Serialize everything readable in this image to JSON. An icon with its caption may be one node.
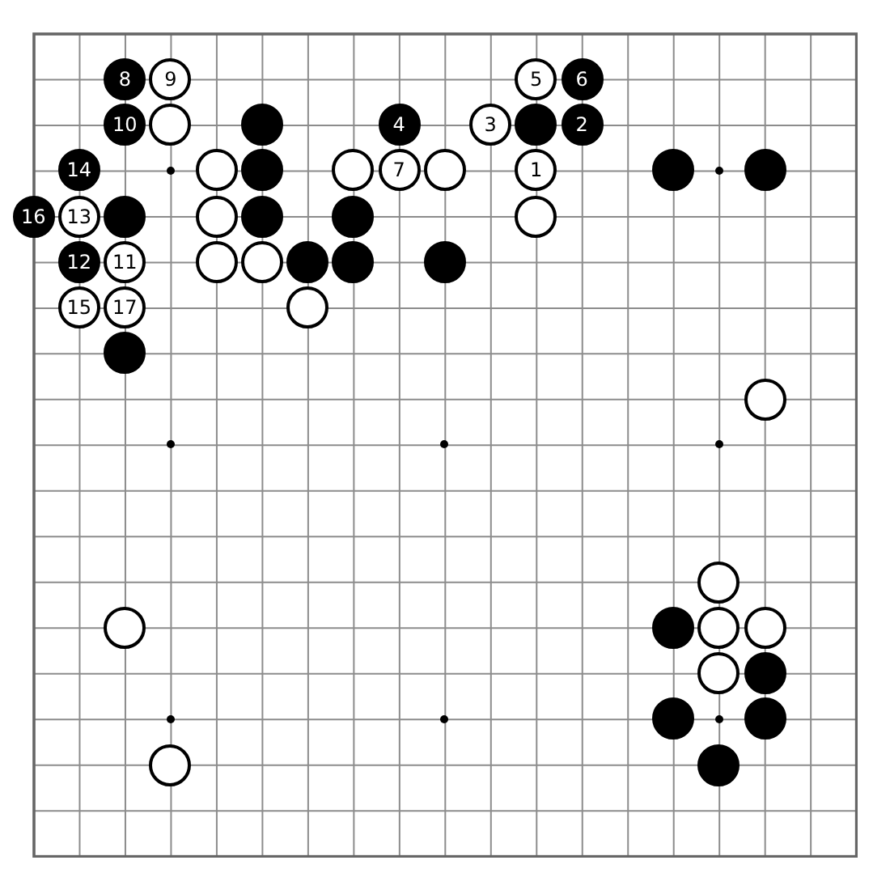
{
  "diagram": {
    "nodes": [
      {
        "text": [
          "8"
        ]
      },
      {
        "text": [
          "9"
        ]
      },
      {
        "text": [
          "5"
        ]
      },
      {
        "text": [
          "6"
        ]
      },
      {
        "text": [
          "10"
        ]
      },
      {
        "text": [],
        "shape": "circle"
      },
      {
        "text": [],
        "shape": "circle"
      },
      {
        "text": [
          "4"
        ]
      },
      {
        "text": [
          "3"
        ]
      },
      {
        "text": [],
        "shape": "circle"
      },
      {
        "text": [
          "2"
        ]
      },
      {
        "text": [
          "14"
        ]
      },
      {
        "text": [],
        "shape": "circle"
      },
      {
        "text": [],
        "shape": "circle"
      },
      {
        "text": [],
        "shape": "circle"
      },
      {
        "text": [
          "7"
        ]
      },
      {
        "text": [],
        "shape": "circle"
      },
      {
        "text": [
          "1"
        ]
      },
      {
        "text": [],
        "shape": "circle"
      },
      {
        "text": [],
        "shape": "circle"
      },
      {
        "text": [
          "16"
        ]
      },
      {
        "text": [
          "13"
        ]
      },
      {
        "text": [],
        "shape": "circle"
      },
      {
        "text": [],
        "shape": "circle"
      },
      {
        "text": [],
        "shape": "circle"
      },
      {
        "text": [],
        "shape": "circle"
      },
      {
        "text": [],
        "shape": "circle"
      },
      {
        "text": [
          "12"
        ]
      },
      {
        "text": [
          "11"
        ]
      },
      {
        "text": [],
        "shape": "circle"
      },
      {
        "text": [],
        "shape": "circle"
      },
      {
        "text": [],
        "shape": "circle"
      },
      {
        "text": [],
        "shape": "circle"
      },
      {
        "text": [],
        "shape": "circle"
      },
      {
        "text": [
          "15"
        ]
      },
      {
        "text": [
          "17"
        ]
      },
      {
        "text": [],
        "shape": "circle"
      },
      {
        "text": [],
        "shape": "circle"
      },
      {
        "text": [],
        "shape": "circle"
      },
      {
        "text": [],
        "shape": "circle"
      },
      {
        "text": [],
        "shape": "circle"
      },
      {
        "text": [],
        "shape": "circle"
      },
      {
        "text": [],
        "shape": "circle"
      },
      {
        "text": [],
        "shape": "circle"
      },
      {
        "text": [],
        "shape": "circle"
      },
      {
        "text": [],
        "shape": "circle"
      },
      {
        "text": [],
        "shape": "circle"
      },
      {
        "text": [],
        "shape": "circle"
      },
      {
        "text": [],
        "shape": "circle"
      },
      {
        "text": [],
        "shape": "circle"
      }
    ]
  }
}
